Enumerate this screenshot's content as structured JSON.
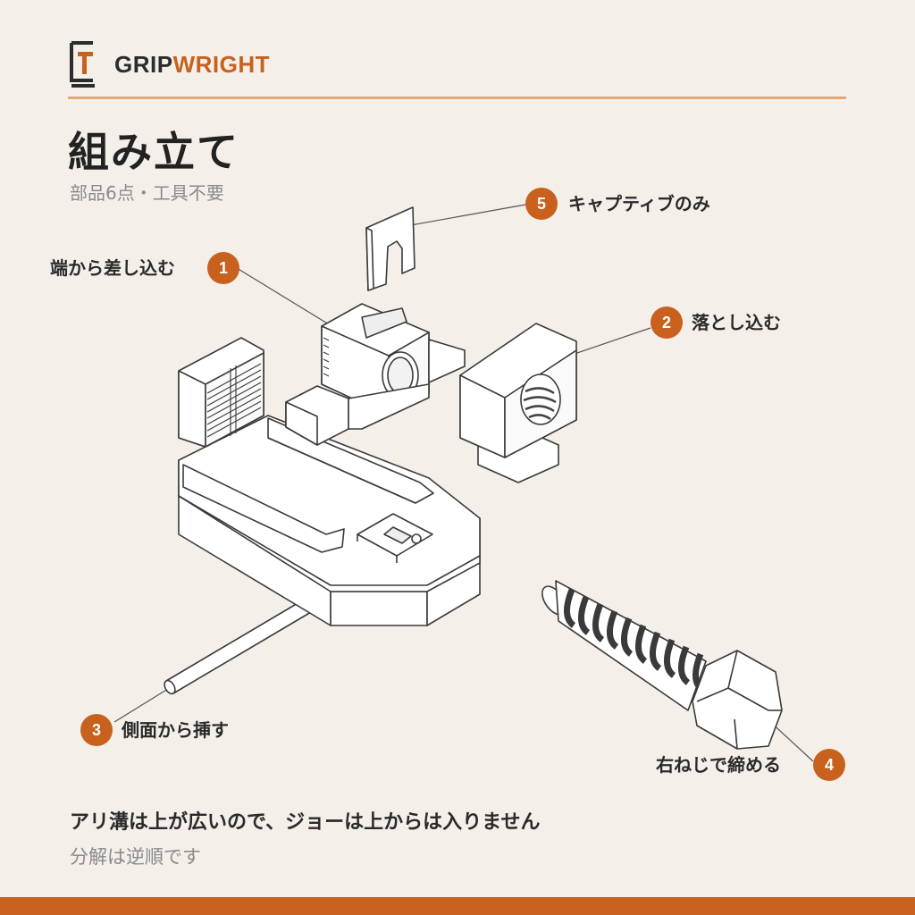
{
  "brand": {
    "name_part1": "GRIP",
    "name_part2": "WRIGHT",
    "accent_color": "#c8601e",
    "icon": "gripwright-logo-icon"
  },
  "title": "組み立て",
  "subtitle": "部品6点・工具不要",
  "callouts": [
    {
      "number": "1",
      "text": "端から差し込む"
    },
    {
      "number": "2",
      "text": "落とし込む"
    },
    {
      "number": "3",
      "text": "側面から挿す"
    },
    {
      "number": "4",
      "text": "右ねじで締める"
    },
    {
      "number": "5",
      "text": "キャプティブのみ"
    }
  ],
  "note": "アリ溝は上が広いので、ジョーは上からは入りません",
  "note_sub": "分解は逆順です"
}
